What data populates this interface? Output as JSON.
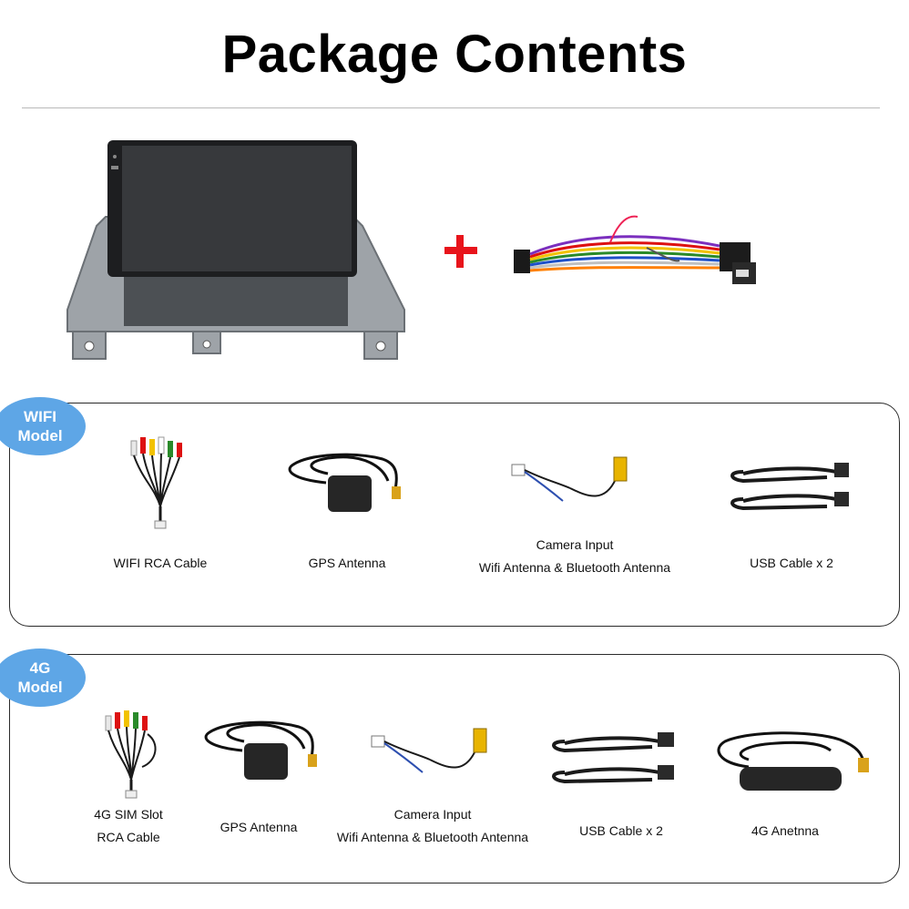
{
  "header": {
    "title": "Package Contents"
  },
  "colors": {
    "plus": "#e8141b",
    "badge": "#5ea6e6",
    "panel_border": "#2a2a2a"
  },
  "main_items": [
    {
      "name": "head-unit",
      "icon": "car-stereo-head-unit"
    },
    {
      "name": "power-harness",
      "icon": "wiring-harness"
    }
  ],
  "wifi_model": {
    "badge": [
      "WIFI",
      "Model"
    ],
    "items": [
      {
        "lines": [
          "WIFI RCA Cable"
        ]
      },
      {
        "lines": [
          "GPS Antenna"
        ]
      },
      {
        "lines": [
          "Camera Input",
          "Wifi Antenna & Bluetooth Antenna"
        ]
      },
      {
        "lines": [
          "USB Cable x 2"
        ]
      }
    ]
  },
  "fourg_model": {
    "badge": [
      "4G",
      "Model"
    ],
    "items": [
      {
        "lines": [
          "4G SIM Slot",
          "RCA Cable"
        ]
      },
      {
        "lines": [
          "GPS Antenna"
        ]
      },
      {
        "lines": [
          "Camera Input",
          "Wifi Antenna & Bluetooth Antenna"
        ]
      },
      {
        "lines": [
          "USB Cable x 2"
        ]
      },
      {
        "lines": [
          "4G Anetnna"
        ]
      }
    ]
  }
}
